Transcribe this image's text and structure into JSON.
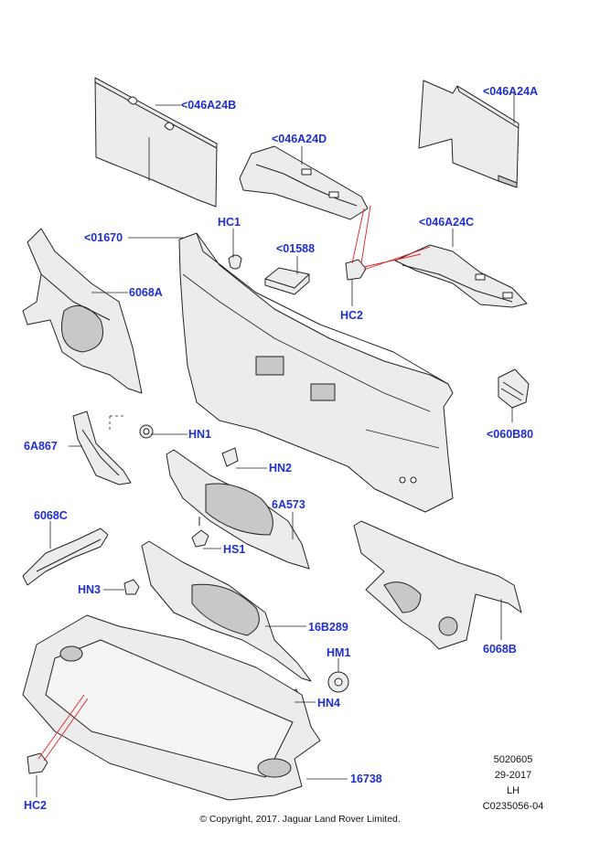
{
  "diagram": {
    "callouts": {
      "p046A24B": "<046A24B",
      "p046A24A": "<046A24A",
      "p046A24D": "<046A24D",
      "p046A24C": "<046A24C",
      "pHC1": "HC1",
      "p01670": "<01670",
      "p01588": "<01588",
      "p6068A": "6068A",
      "pHC2_top": "HC2",
      "p060B80": "<060B80",
      "pHN1": "HN1",
      "p6A867": "6A867",
      "pHN2": "HN2",
      "p6A573": "6A573",
      "p6068C": "6068C",
      "pHS1": "HS1",
      "pHN3": "HN3",
      "p16B289": "16B289",
      "pHM1": "HM1",
      "pHN4": "HN4",
      "p6068B": "6068B",
      "p16738": "16738",
      "pHC2_bottom": "HC2"
    },
    "meta": {
      "ref_number": "5020605",
      "date_code": "29-2017",
      "side": "LH",
      "drawing_id": "C0235056-04"
    },
    "copyright": "© Copyright, 2017. Jaguar Land Rover Limited.",
    "colors": {
      "label": "#1f2fd0",
      "line": "#222222",
      "leader_red": "#e02020",
      "part_fill": "#ececec",
      "part_shade": "#c8c8c8"
    }
  }
}
